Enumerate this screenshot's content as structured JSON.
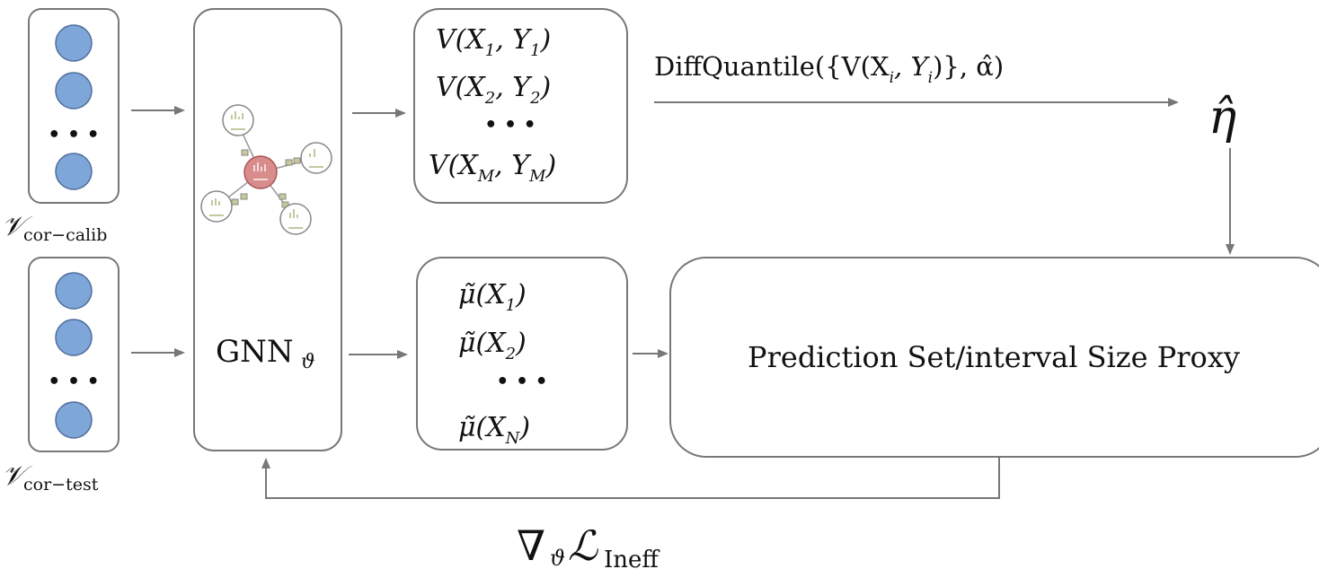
{
  "calib_set": {
    "label_main": "𝒱",
    "label_sub": "cor−calib",
    "ellipsis": "• • •"
  },
  "test_set": {
    "label_main": "𝒱",
    "label_sub": "cor−test",
    "ellipsis": "• • •"
  },
  "gnn": {
    "label_main": "GNN",
    "label_sub": "ϑ"
  },
  "scores": {
    "items": [
      {
        "text": "V(X",
        "sub": "1",
        "rest": ", Y",
        "sub2": "1",
        "close": ")"
      },
      {
        "text": "V(X",
        "sub": "2",
        "rest": ", Y",
        "sub2": "2",
        "close": ")"
      },
      {
        "text": "V(X",
        "sub": "M",
        "rest": ", Y",
        "sub2": "M",
        "close": ")"
      }
    ],
    "ellipsis": "• • •"
  },
  "predictions": {
    "items": [
      {
        "text": "μ̃(X",
        "sub": "1",
        "close": ")"
      },
      {
        "text": "μ̃(X",
        "sub": "2",
        "close": ")"
      },
      {
        "text": "μ̃(X",
        "sub": "N",
        "close": ")"
      }
    ],
    "ellipsis": "• • •"
  },
  "quantile": {
    "label": "DiffQuantile({V(X",
    "sub_i": "i",
    "mid": ", Y",
    "sub_i2": "i",
    "tail": ")}, α̂)"
  },
  "eta": {
    "label": "η̂"
  },
  "proxy": {
    "label": "Prediction Set/interval Size Proxy"
  },
  "loss": {
    "nabla": "∇",
    "nabla_sub": "ϑ",
    "script": "ℒ",
    "script_sub": "Ineff"
  },
  "colors": {
    "node_fill": "#7ea6d8",
    "center_node": "#d98c8c",
    "line": "#777777"
  }
}
